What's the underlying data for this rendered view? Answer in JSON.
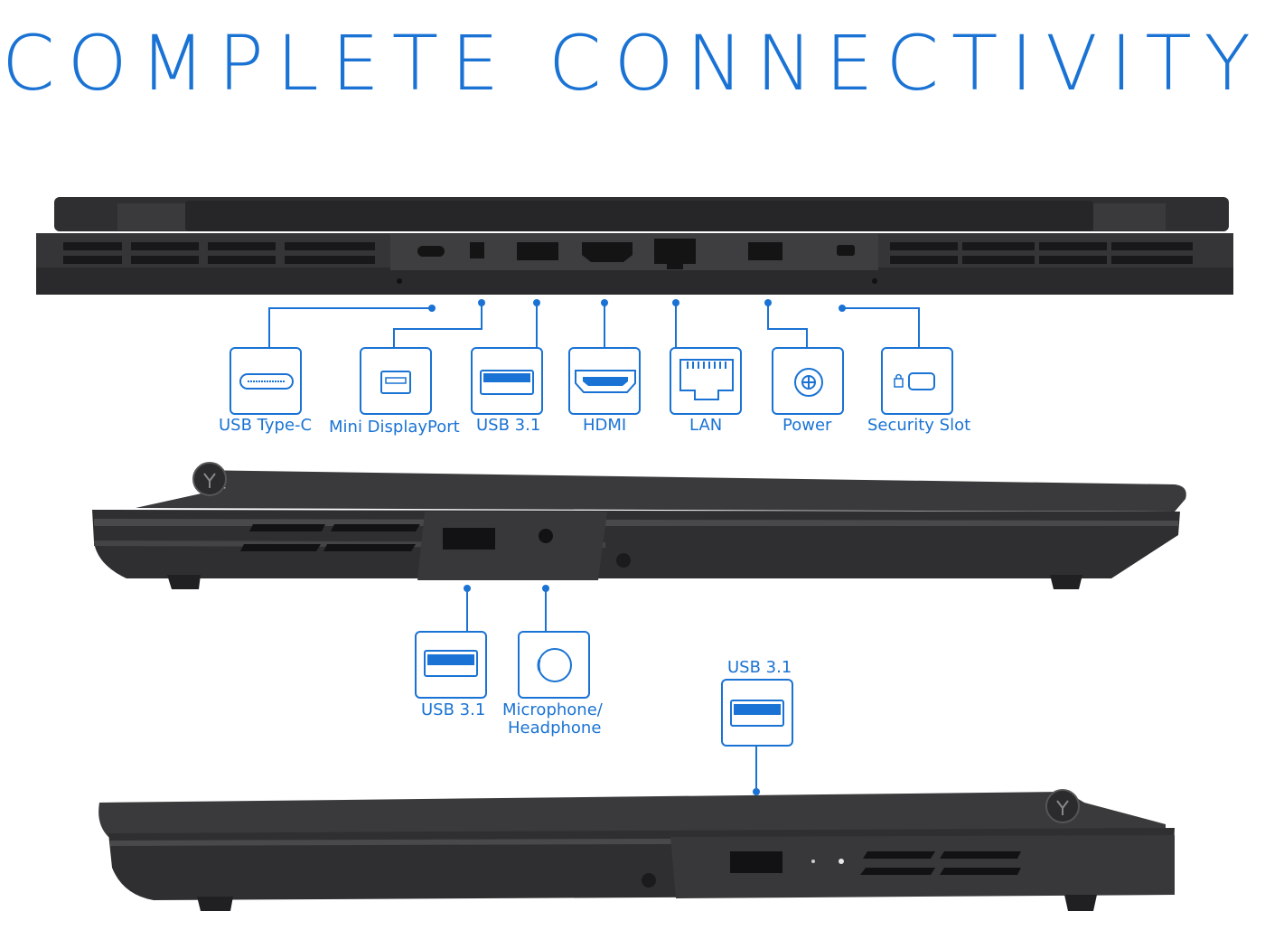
{
  "title": "COMPLETE CONNECTIVITY",
  "accent_color": "#1a73d4",
  "rear_ports": [
    {
      "icon": "usb-type-c-icon",
      "label": "USB Type-C"
    },
    {
      "icon": "mini-displayport-icon",
      "label": "Mini DisplayPort"
    },
    {
      "icon": "usb-a-icon",
      "label": "USB 3.1"
    },
    {
      "icon": "hdmi-icon",
      "label": "HDMI"
    },
    {
      "icon": "lan-icon",
      "label": "LAN"
    },
    {
      "icon": "power-icon",
      "label": "Power"
    },
    {
      "icon": "security-slot-icon",
      "label": "Security Slot"
    }
  ],
  "left_side_ports": [
    {
      "icon": "usb-a-icon",
      "label": "USB 3.1"
    },
    {
      "icon": "audio-jack-icon",
      "label_line1": "Microphone/",
      "label_line2": "Headphone"
    }
  ],
  "right_side_ports": [
    {
      "icon": "usb-a-icon",
      "label": "USB 3.1"
    }
  ]
}
